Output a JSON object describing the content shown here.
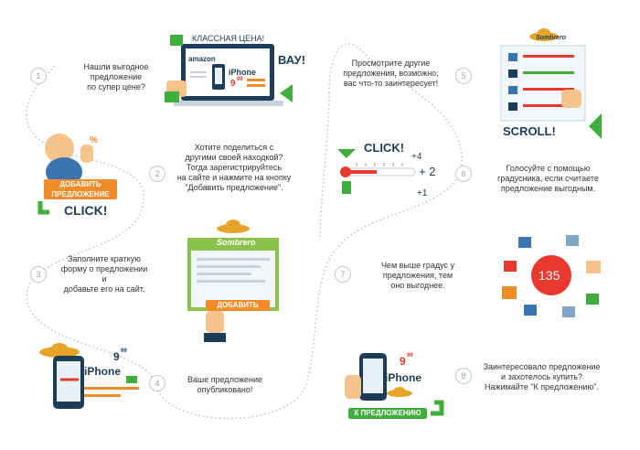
{
  "steps": [
    {
      "n": "1",
      "text": "Нашли выгодное\nпредложение\nпо супер цене?"
    },
    {
      "n": "2",
      "text": "Хотите поделиться с\nдругими своей находкой?\nТогда зарегистрируйтесь\nна сайте и нажмите на кнопку\n\"Добавить предложение\"."
    },
    {
      "n": "3",
      "text": "Заполните краткую\nформу о предложении\nи\nдобавьте его на сайт."
    },
    {
      "n": "4",
      "text": "Ваше предложение\nопубликовано!"
    },
    {
      "n": "5",
      "text": "Просмотрите другие\nпредложения, возможно,\nвас что-то заинтересует!"
    },
    {
      "n": "6",
      "text": "Голосуйте с помощью\nградусника, если считаете\nпредложение выгодным."
    },
    {
      "n": "7",
      "text": "Чем выше градус у\nпредложения, тем\nоно выгоднее."
    },
    {
      "n": "8",
      "text": "Заинтересовало предложение\nи захотелось купить?\nНажимайте \"К предложению\"."
    }
  ],
  "illustrations": {
    "laptop": {
      "caption": "КЛАССНАЯ ЦЕНА!",
      "store": "amazon",
      "product": "iPhone",
      "price_main": "9",
      "price_cents": "99",
      "exclaim": "ВАУ!"
    },
    "guy": {
      "button": "ДОБАВИТЬ\nПРЕДЛОЖЕНИЕ",
      "click": "CLICK!",
      "percent": "%"
    },
    "form": {
      "logo": "Sombrero",
      "button": "ДОБАВИТЬ"
    },
    "phone_pub": {
      "product": "iPhone",
      "price_main": "9",
      "price_cents": "99"
    },
    "scroll": {
      "logo": "Sombrero",
      "label": "SCROLL!"
    },
    "thermo": {
      "click": "CLICK!",
      "plus4": "+4",
      "plus2": "+ 2",
      "plus1": "+1"
    },
    "likes": {
      "degree": "135"
    },
    "phone_buy": {
      "product": "iPhone",
      "price_main": "9",
      "price_cents": "99",
      "button": "К ПРЕДЛОЖЕНИЮ"
    }
  },
  "colors": {
    "navy": "#1d3c58",
    "green": "#3fae3a",
    "orange": "#f28c28",
    "red": "#e8392f",
    "path": "#a9b6c2"
  }
}
